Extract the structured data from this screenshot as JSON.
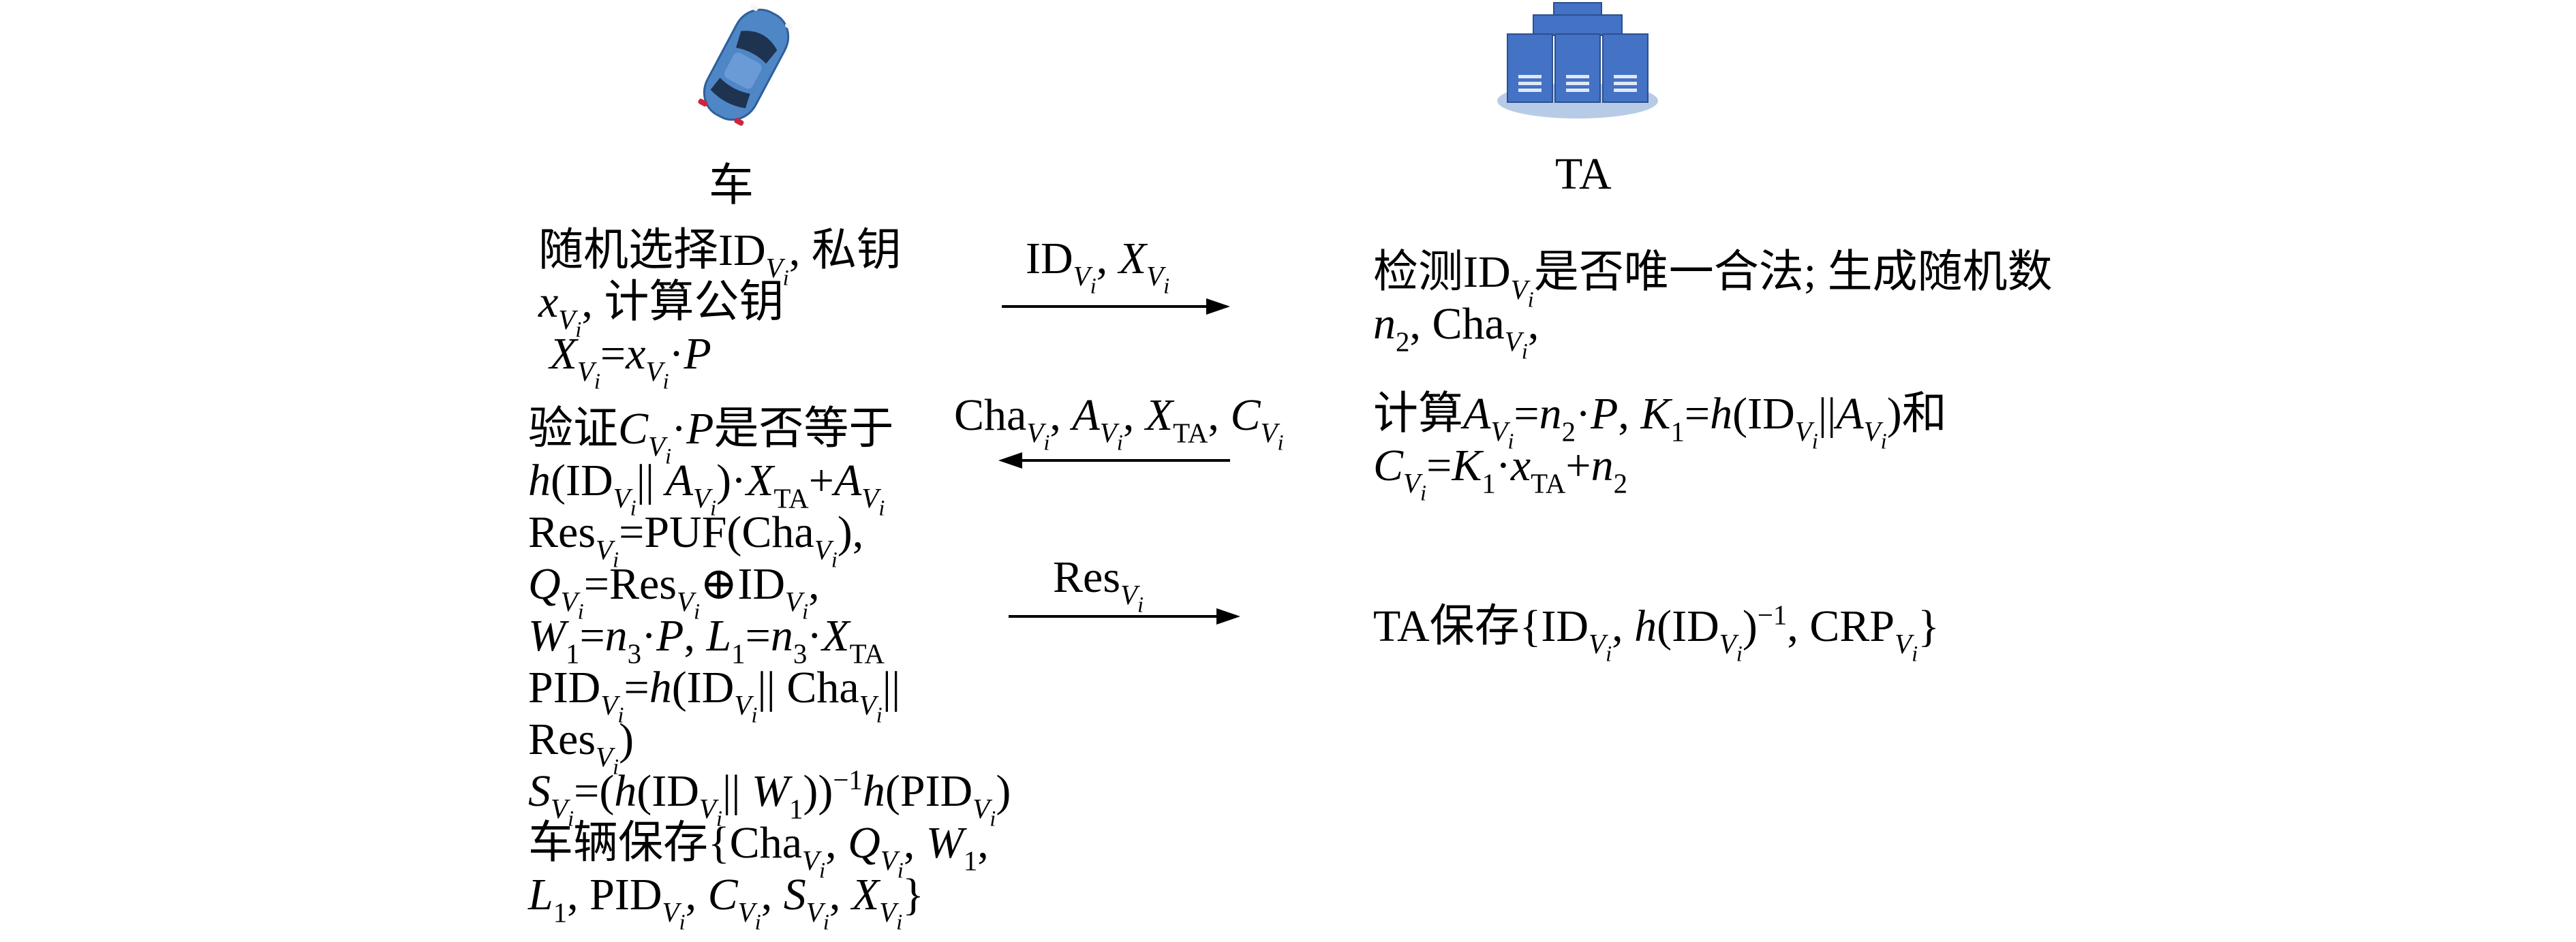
{
  "actors": {
    "vehicle_label": "车",
    "ta_label": "TA"
  },
  "vehicle": {
    "step1": {
      "line1_a": "随机选择ID",
      "line1_b": ", 私钥",
      "line2_b": ", 计算公钥"
    },
    "step2": {
      "line1_a": "验证",
      "line1_b": "是否等于",
      "res_puf": "PUF(Cha",
      "pid_end": "Res",
      "store_prefix": "车辆保存{Cha"
    }
  },
  "ta": {
    "step1": {
      "line1_a": "检测ID",
      "line1_b": "是否唯一合法; 生成随机数"
    },
    "step2": {
      "line1_a": "计算",
      "line1_b": "和"
    },
    "step3": {
      "prefix": "TA保存{ID"
    }
  },
  "messages": [
    {
      "direction": "right",
      "label": "ID_Vi, X_Vi"
    },
    {
      "direction": "left",
      "label": "Cha_Vi, A_Vi, X_TA, C_Vi"
    },
    {
      "direction": "right",
      "label": "Res_Vi"
    }
  ],
  "colors": {
    "car_body": "#4f86c6",
    "server_body": "#4472c4",
    "server_base": "#b8cbe6"
  }
}
